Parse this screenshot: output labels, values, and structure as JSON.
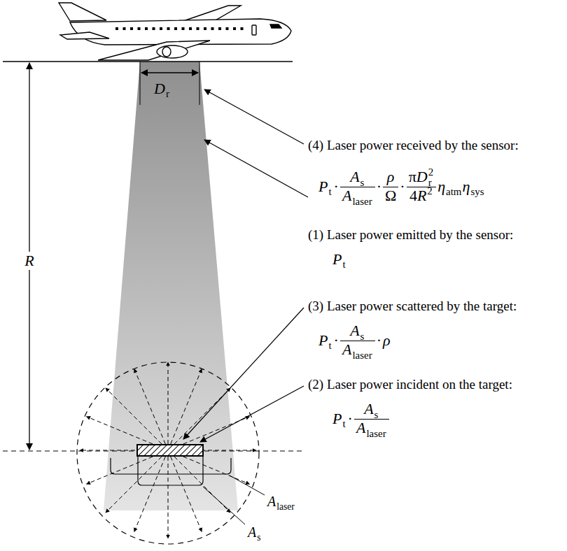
{
  "diagram": {
    "labels": [
      "(4) Laser power received by the sensor:",
      "P",
      "t",
      "·",
      "A",
      "s",
      "A",
      "laser",
      "·",
      "ρ",
      "Ω",
      "·",
      "π",
      "D",
      "r",
      "2",
      "4",
      "R",
      "2",
      "η",
      "atm",
      "η",
      "sys",
      "(1) Laser power emitted by the sensor:",
      "P",
      "t",
      "(3) Laser power scattered by the target:",
      "P",
      "t",
      "·",
      "A",
      "s",
      "A",
      "laser",
      "·",
      "ρ",
      "(2) Laser power incident on the target:",
      "P",
      "t",
      "·",
      "A",
      "s",
      "A",
      "laser",
      "D",
      "r",
      "R",
      "A",
      "laser",
      "A",
      "s"
    ]
  }
}
